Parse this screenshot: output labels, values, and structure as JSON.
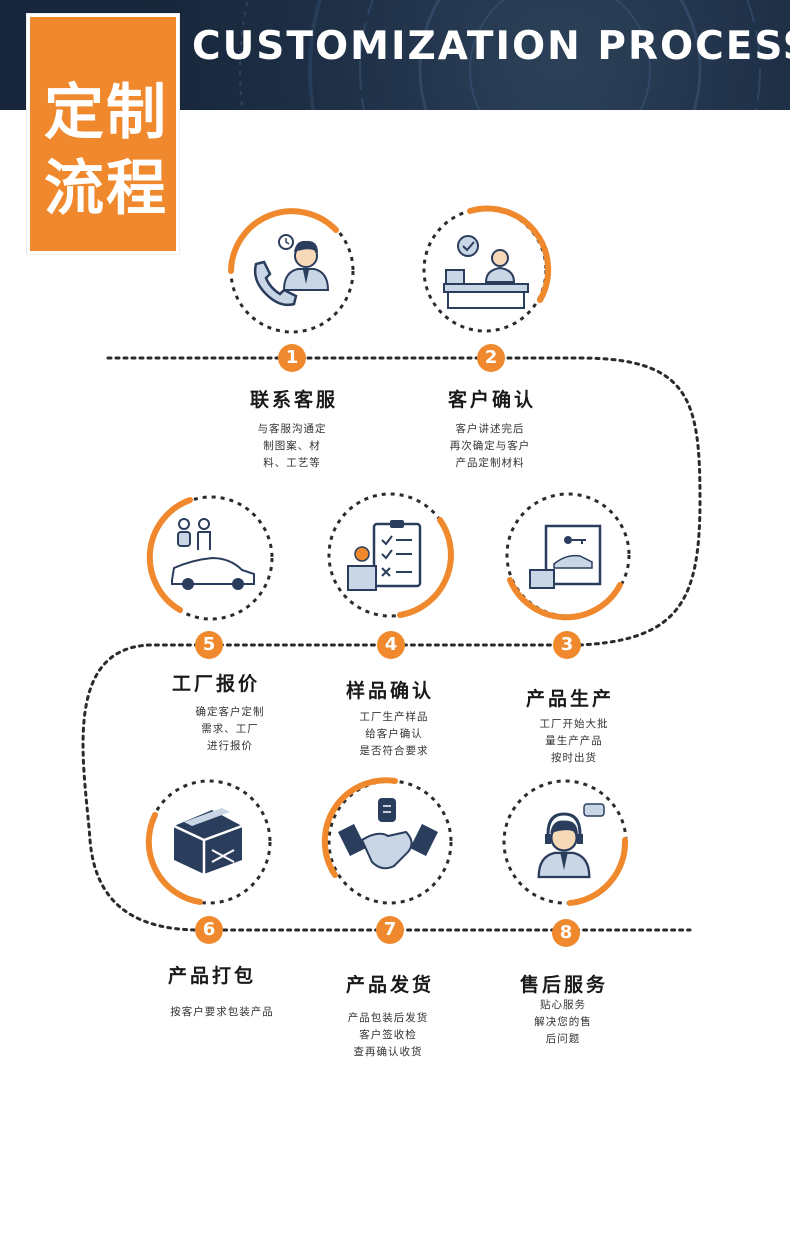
{
  "header": {
    "title": "CUSTOMIZATION PROCESS",
    "badge_line1": "定制",
    "badge_line2": "流程"
  },
  "colors": {
    "accent": "#f0892d",
    "navy": "#1f3047",
    "icon": "#2a3d5c",
    "icon_light": "#c9d6e6"
  },
  "steps": [
    {
      "number": "1",
      "title": "联系客服",
      "desc": [
        "与客服沟通定",
        "制图案、材",
        "料、工艺等"
      ],
      "icon": "phone-agent-icon"
    },
    {
      "number": "2",
      "title": "客户确认",
      "desc": [
        "客户讲述完后",
        "再次确定与客户",
        "产品定制材料"
      ],
      "icon": "reception-desk-icon"
    },
    {
      "number": "3",
      "title": "产品生产",
      "desc": [
        "工厂开始大批",
        "量生产产品",
        "按时出货"
      ],
      "icon": "production-document-icon"
    },
    {
      "number": "4",
      "title": "样品确认",
      "desc": [
        "工厂生产样品",
        "给客户确认",
        "是否符合要求"
      ],
      "icon": "checklist-icon"
    },
    {
      "number": "5",
      "title": "工厂报价",
      "desc": [
        "确定客户定制",
        "需求、工厂",
        "进行报价"
      ],
      "icon": "car-quote-icon"
    },
    {
      "number": "6",
      "title": "产品打包",
      "desc": [
        "按客户要求包装产品"
      ],
      "icon": "package-box-icon"
    },
    {
      "number": "7",
      "title": "产品发货",
      "desc": [
        "产品包装后发货",
        "客户签收检",
        "查再确认收货"
      ],
      "icon": "handshake-icon"
    },
    {
      "number": "8",
      "title": "售后服务",
      "desc": [
        "贴心服务",
        "解决您的售",
        "后问题"
      ],
      "icon": "support-agent-icon"
    }
  ]
}
